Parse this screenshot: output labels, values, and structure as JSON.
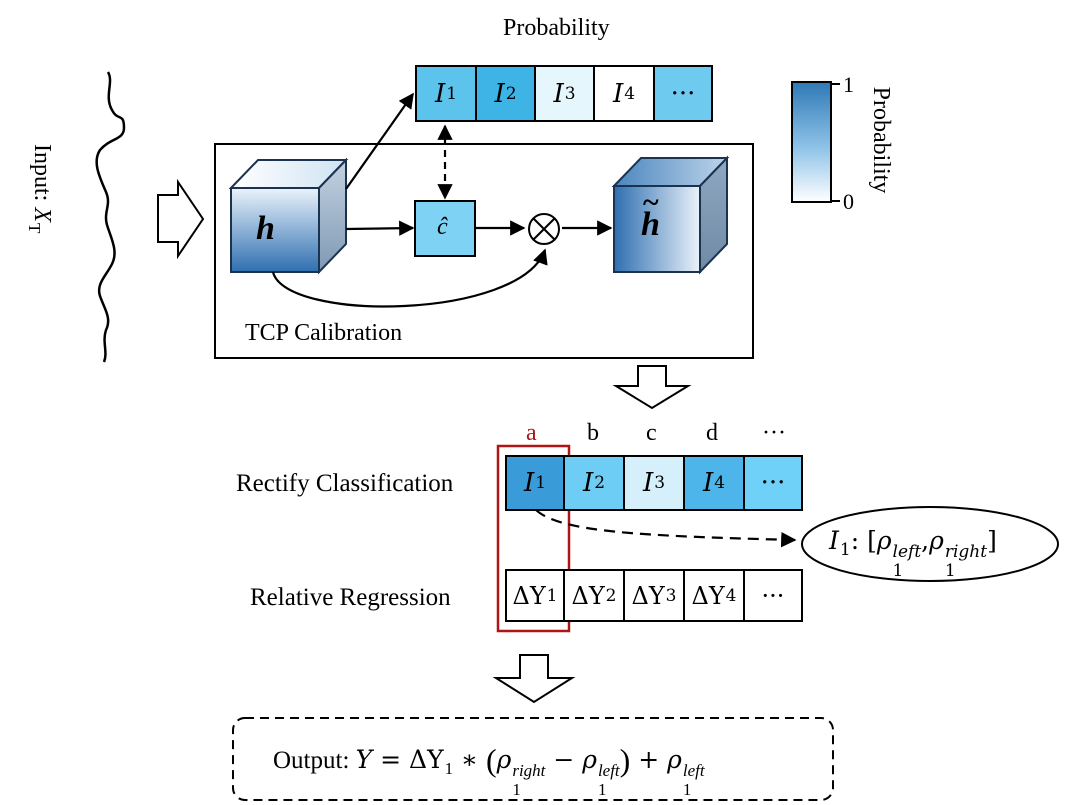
{
  "probability_title": "Probability",
  "input_label": "Input: ",
  "input_var": "X",
  "input_sub": "T",
  "top_row": [
    {
      "letter": "I",
      "index": "1",
      "color": "#5bc3ec"
    },
    {
      "letter": "I",
      "index": "2",
      "color": "#3db3e6"
    },
    {
      "letter": "I",
      "index": "3",
      "color": "#e6f6fd"
    },
    {
      "letter": "I",
      "index": "4",
      "color": "#ffffff"
    },
    {
      "ellipsis": "···",
      "color": "#6fcaf0"
    }
  ],
  "colorbar": {
    "max_label": "1",
    "min_label": "0",
    "title": "Probability",
    "color_top": "#2f79b5",
    "color_bottom": "#ffffff"
  },
  "calibration": {
    "label": "TCP Calibration",
    "h_label": "h",
    "h_tilde_label": "h",
    "tilde": "~",
    "c_hat_label": "ĉ",
    "otimes": "⊗"
  },
  "columns": {
    "a": "a",
    "b": "b",
    "c": "c",
    "d": "d",
    "more": "···",
    "highlight_color": "#b01515"
  },
  "rectify": {
    "label": "Rectify Classification",
    "cells": [
      {
        "letter": "I",
        "index": "1",
        "color": "#3a9bd9"
      },
      {
        "letter": "I",
        "index": "2",
        "color": "#6dcdf5"
      },
      {
        "letter": "I",
        "index": "3",
        "color": "#d5effb"
      },
      {
        "letter": "I",
        "index": "4",
        "color": "#4db5ea"
      },
      {
        "ellipsis": "···",
        "color": "#6fd0f8"
      }
    ]
  },
  "interval": {
    "var": "I",
    "index": "1",
    "sep": ": [",
    "rho": "ρ",
    "left": "left",
    "right": "right",
    "comma": ",",
    "close": "]",
    "sub": "1"
  },
  "regression": {
    "label": "Relative Regression",
    "cells": [
      {
        "prefix": "ΔY",
        "index": "1"
      },
      {
        "prefix": "ΔY",
        "index": "2"
      },
      {
        "prefix": "ΔY",
        "index": "3"
      },
      {
        "prefix": "ΔY",
        "index": "4"
      },
      {
        "ellipsis": "···"
      }
    ]
  },
  "output": {
    "label": "Output: ",
    "y": "Y",
    "eq": " = ΔY",
    "sub": "1",
    "times": " ∗ ",
    "lparen": "(",
    "rho": "ρ",
    "right": "right",
    "left": "left",
    "minus": " − ",
    "rparen": ")",
    "plus": " + "
  }
}
